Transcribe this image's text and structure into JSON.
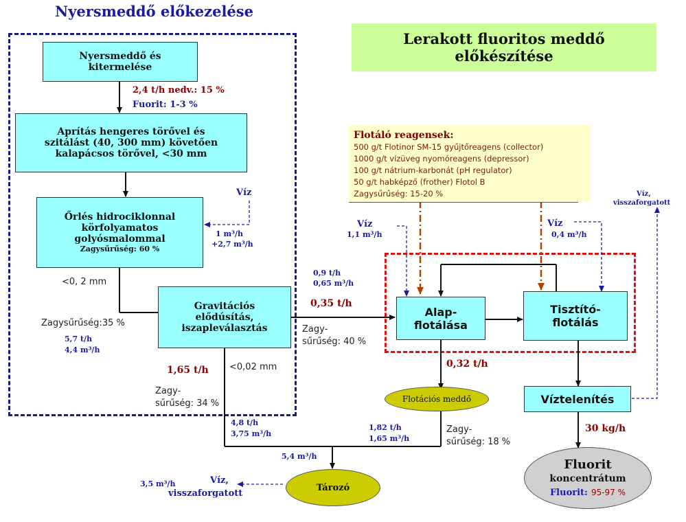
{
  "section_left_title": "Nyersmeddő előkezelése",
  "section_right_title_line1": "Lerakott fluoritos meddő",
  "section_right_title_line2": "előkészítése",
  "boxes": {
    "mining_line1": "Nyersmeddő és",
    "mining_line2": "kitermelése",
    "crushing_line1": "Aprítás hengeres törővel és",
    "crushing_line2": "szitálást (40, 300 mm) követően",
    "crushing_line3": "kalapácsos törővel, <30 mm",
    "grinding_line1": "Őrlés hidrociklonnal",
    "grinding_line2": "körfolyamatos",
    "grinding_line3": "golyósmalommal",
    "grinding_line4": "Zagysűrűség: 60 %",
    "gravity_line1": "Gravitációs",
    "gravity_line2": "elődúsítás,",
    "gravity_line3": "iszapleválasztás",
    "rougher_line1": "Alap-",
    "rougher_line2": "flotálása",
    "cleaner_line1": "Tisztító-",
    "cleaner_line2": "flotálás",
    "dewatering": "Víztelenítés"
  },
  "ellipses": {
    "flotation_tailings": "Flotációs meddő",
    "storage": "Tározó",
    "concentrate_line1": "Fluorit",
    "concentrate_line2": "koncentrátum",
    "concentrate_line3_label": "Fluorit:",
    "concentrate_line3_value": "95-97 %"
  },
  "reagents": {
    "title": "Flotáló reagensek:",
    "items": [
      "500 g/t Flotinor SM-15 gyűjtőreagens (collector)",
      "1000 g/t vízüveg nyomóreagens (depressor)",
      "100 g/t nátrium-karbonát (pH regulator)",
      "50 g/t habképző (frother) Flotol B",
      "Zagysűrűség: 15-20 %"
    ]
  },
  "labels": {
    "feed_rate": "2,4 t/h nedv.: 15 %",
    "fluorite_content": "Fuorit:  1-3 %",
    "water_grinding": "Víz",
    "water_grinding_flow1": "1 m³/h",
    "water_grinding_flow2": "+2,7 m³/h",
    "size_02": "<0, 2 mm",
    "slurry_35": "Zagysűrűség:35 %",
    "flow_57": "5,7 t/h",
    "flow_44": "4,4 m³/h",
    "flow_09": "0,9 t/h",
    "flow_065": "0,65 m³/h",
    "flow_035": "0,35 t/h",
    "slurry_40_line1": "Zagy-",
    "slurry_40_line2": "sűrűség: 40 %",
    "flow_165": "1,65 t/h",
    "size_002": "<0,02 mm",
    "slurry_34_line1": "Zagy-",
    "slurry_34_line2": "sűrűség: 34 %",
    "flow_48": "4,8 t/h",
    "flow_375": "3,75 m³/h",
    "flow_54": "5,4 m³/h",
    "flow_35": "3,5 m³/h",
    "water_recycled_line1": "Víz,",
    "water_recycled_line2": "visszaforgatott",
    "water_rougher": "Víz",
    "water_rougher_flow": "1,1 m³/h",
    "water_cleaner": "Víz",
    "water_cleaner_flow": "0,4 m³/h",
    "water_recycled_top_line1": "Víz,",
    "water_recycled_top_line2": "visszaforgatott",
    "flow_032": "0,32 t/h",
    "flow_182": "1,82 t/h",
    "flow_165m3": "1,65 m³/h",
    "slurry_18_line1": "Zagy-",
    "slurry_18_line2": "sűrűség: 18 %",
    "flow_30kg": "30 kg/h"
  },
  "colors": {
    "box_fill": "#99ffff",
    "left_frame": "#1a1a80",
    "right_frame": "#e01010",
    "title_bg": "#ccff99",
    "reagent_bg": "#ffffcc",
    "ellipse_yellow": "#cccc00",
    "ellipse_grey": "#d0d0d0",
    "water_arrow": "#1a1aa6",
    "reagent_arrow": "#b04000"
  }
}
